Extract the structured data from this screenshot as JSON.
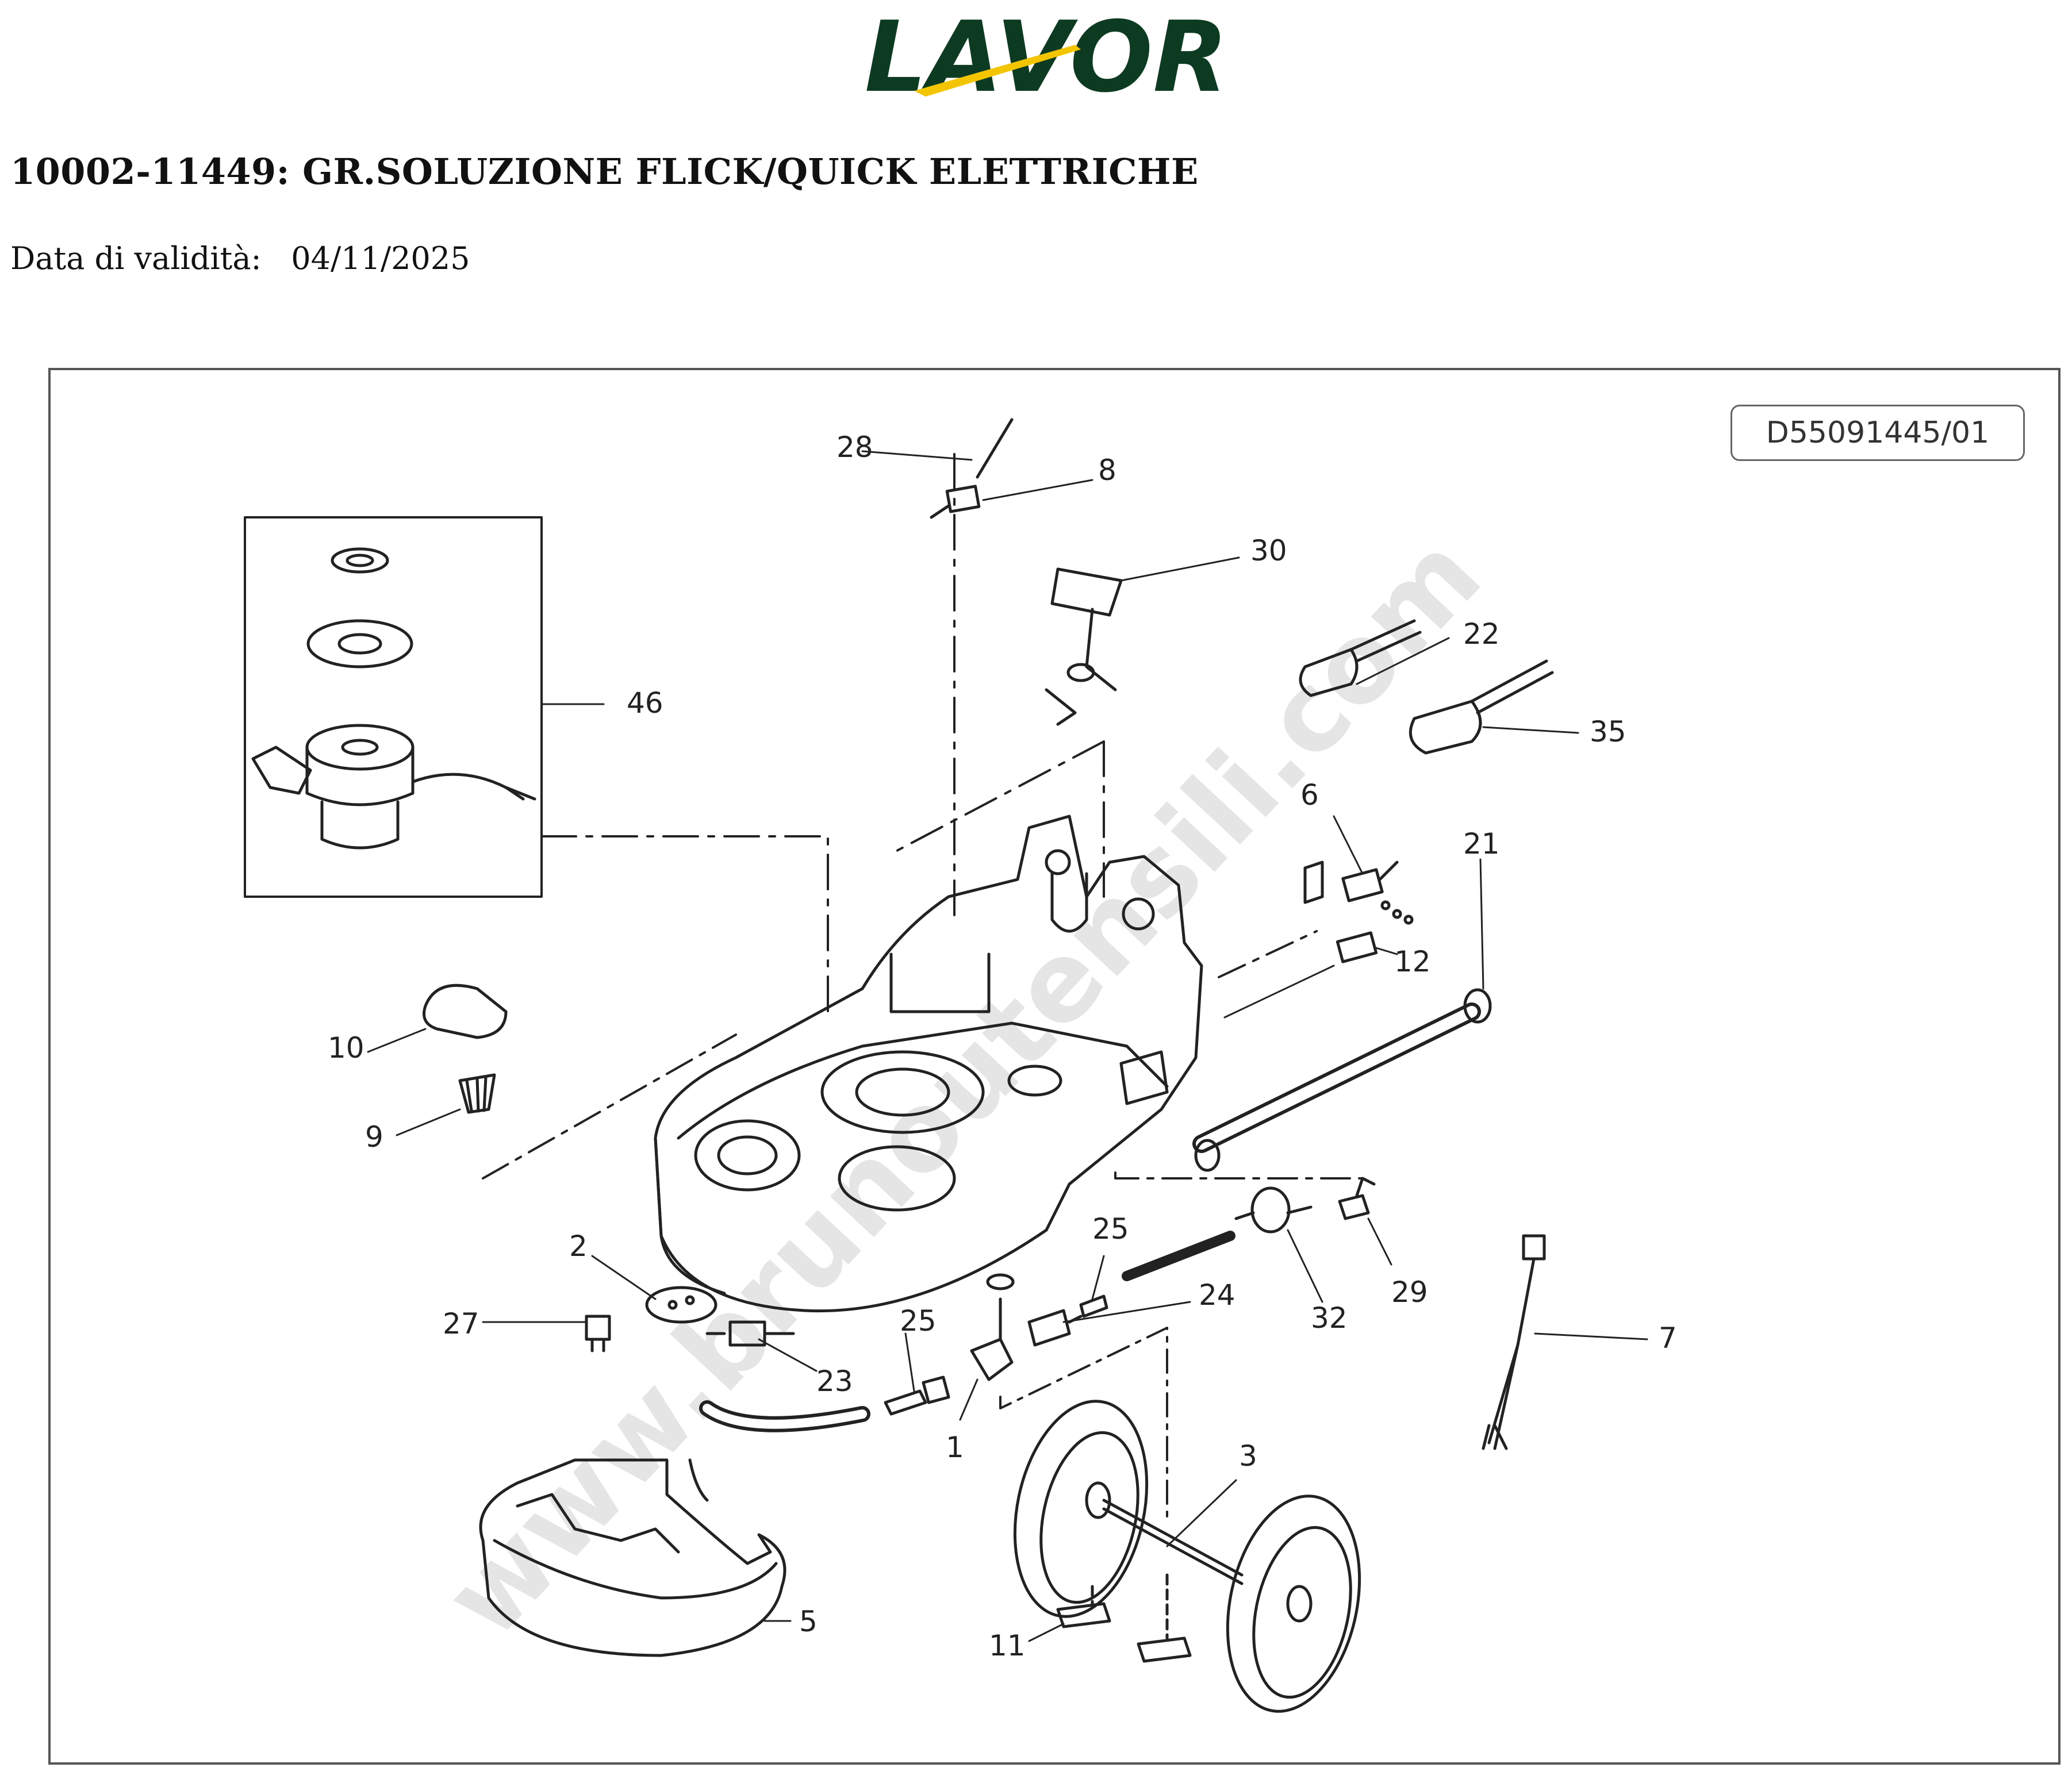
{
  "header": {
    "logo_text": "LAVOR",
    "title": "10002-11449: GR.SOLUZIONE FLICK/QUICK ELETTRICHE",
    "validity_label": "Data di validità:",
    "validity_date": "04/11/2025"
  },
  "diagram": {
    "drawing_code": "D55091445/01",
    "watermark": "www.brunoutensili.com",
    "callouts": {
      "c1": "1",
      "c2": "2",
      "c3": "3",
      "c5": "5",
      "c6": "6",
      "c7": "7",
      "c8": "8",
      "c9": "9",
      "c10": "10",
      "c11": "11",
      "c12": "12",
      "c21": "21",
      "c22": "22",
      "c23": "23",
      "c24": "24",
      "c25a": "25",
      "c25b": "25",
      "c27": "27",
      "c28": "28",
      "c29": "29",
      "c30": "30",
      "c32": "32",
      "c35": "35",
      "c46": "46"
    }
  },
  "colors": {
    "logo_green": "#0d3b22",
    "logo_yellow": "#f2c500",
    "line": "#222222"
  }
}
